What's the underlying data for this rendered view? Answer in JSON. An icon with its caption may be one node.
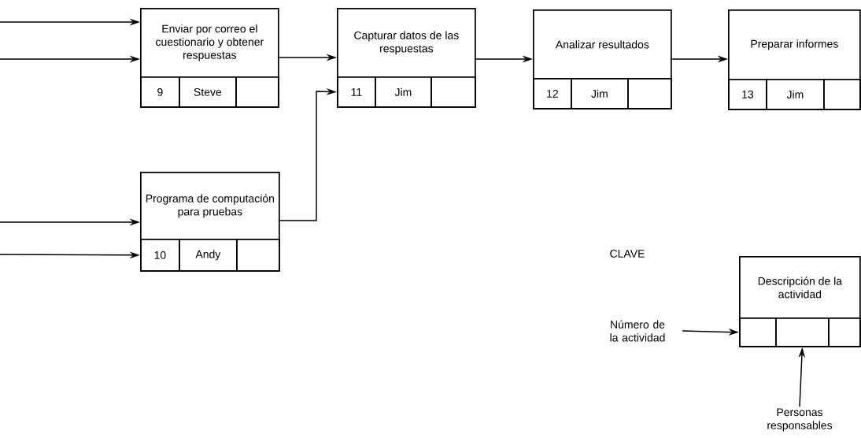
{
  "diagram": {
    "nodes": [
      {
        "text": [
          "Enviar por correo el cuestionario y obtener respuestas"
        ]
      },
      {
        "text": [
          "9"
        ],
        "in": 0
      },
      {
        "text": [
          "Steve"
        ],
        "in": 0
      },
      {
        "text": [],
        "shape": "box",
        "in": 0
      },
      {
        "text": [
          "Capturar datos de las respuestas"
        ]
      },
      {
        "text": [
          "11"
        ],
        "in": 4
      },
      {
        "text": [
          "Jim"
        ],
        "in": 4
      },
      {
        "text": [],
        "shape": "box",
        "in": 4
      },
      {
        "text": [
          "Analizar resultados"
        ]
      },
      {
        "text": [
          "12"
        ],
        "in": 8
      },
      {
        "text": [
          "Jim"
        ],
        "in": 8
      },
      {
        "text": [],
        "shape": "box",
        "in": 8
      },
      {
        "text": [
          "Preparar informes"
        ]
      },
      {
        "text": [
          "13"
        ],
        "in": 12
      },
      {
        "text": [
          "Jim"
        ],
        "in": 12
      },
      {
        "text": [],
        "shape": "box",
        "in": 12
      },
      {
        "text": [
          "Programa de computación para pruebas"
        ]
      },
      {
        "text": [
          "10"
        ],
        "in": 16
      },
      {
        "text": [
          "Andy"
        ],
        "in": 16
      },
      {
        "text": [],
        "shape": "box",
        "in": 16
      },
      {
        "text": [
          "Número de la actividad"
        ]
      },
      {
        "text": [
          "Descripción de la actividad"
        ]
      },
      {
        "text": [],
        "shape": "box",
        "in": 21
      },
      {
        "text": [],
        "shape": "box",
        "in": 21
      },
      {
        "text": [],
        "shape": "box",
        "in": 21
      },
      {
        "text": [
          "Personas responsables"
        ]
      }
    ],
    "edges": [
      {
        "from": null,
        "to": 0,
        "arrow": "to"
      },
      {
        "from": null,
        "to": 0,
        "arrow": "to"
      },
      {
        "from": 0,
        "to": 4,
        "arrow": "to"
      },
      {
        "from": 16,
        "to": 5,
        "arrow": "to"
      },
      {
        "from": 4,
        "to": 8,
        "arrow": "to"
      },
      {
        "from": 8,
        "to": 12,
        "arrow": "to"
      },
      {
        "from": null,
        "to": 16,
        "arrow": "to"
      },
      {
        "from": null,
        "to": 17,
        "arrow": "to"
      },
      {
        "from": 20,
        "to": 22,
        "arrow": "to"
      },
      {
        "from": 25,
        "to": 23,
        "arrow": "to"
      }
    ],
    "labels": [
      "CLAVE"
    ]
  }
}
